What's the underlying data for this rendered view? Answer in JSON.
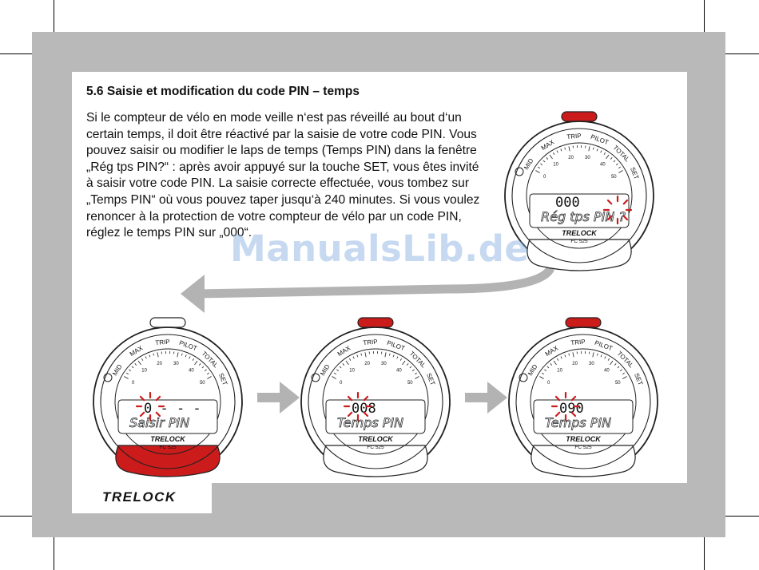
{
  "section": {
    "title": "5.6  Saisie et modification du code PIN – temps",
    "body": "Si le compteur de vélo en mode veille n‘est pas réveillé au bout d‘un certain temps, il doit être réactivé par la saisie de votre code PIN. Vous pouvez saisir ou modifier le laps de temps (Temps PIN) dans la fenêtre „Rég tps PIN?“ : après avoir appuyé sur la touche SET, vous êtes invité à saisir votre code PIN. La saisie correcte effectuée, vous tombez sur „Temps PIN“ où vous pouvez taper jusqu‘à 240 minutes. Si vous voulez renoncer à la protection de votre compteur de vélo par un code PIN, réglez le temps PIN sur „000“."
  },
  "watermark": "ManualsLib.de",
  "footer": {
    "brand": "TRELOCK"
  },
  "device_labels": {
    "mode_labels": [
      "MAX",
      "TRIP",
      "PILOT",
      "TOTAL",
      "SET",
      "MID"
    ],
    "scale": [
      "0",
      "10",
      "20",
      "30",
      "40",
      "50"
    ],
    "brand": "TRELOCK",
    "model": "FC 525"
  },
  "devices": [
    {
      "id": "device-1",
      "lcd_value": "000",
      "lcd_label": "Rég tps PIN ?",
      "highlight": "top"
    },
    {
      "id": "device-2",
      "lcd_value": "0 - - -",
      "lcd_label": "Saisir PIN",
      "highlight": "bottom"
    },
    {
      "id": "device-3",
      "lcd_value": "008",
      "lcd_label": "Temps PIN",
      "highlight": "top"
    },
    {
      "id": "device-4",
      "lcd_value": "090",
      "lcd_label": "Temps PIN",
      "highlight": "top"
    }
  ],
  "colors": {
    "frame": "#b9b9b9",
    "highlight_red": "#cc1b1b",
    "arrow_gray": "#b3b3b3",
    "watermark": "#9bbde6"
  }
}
